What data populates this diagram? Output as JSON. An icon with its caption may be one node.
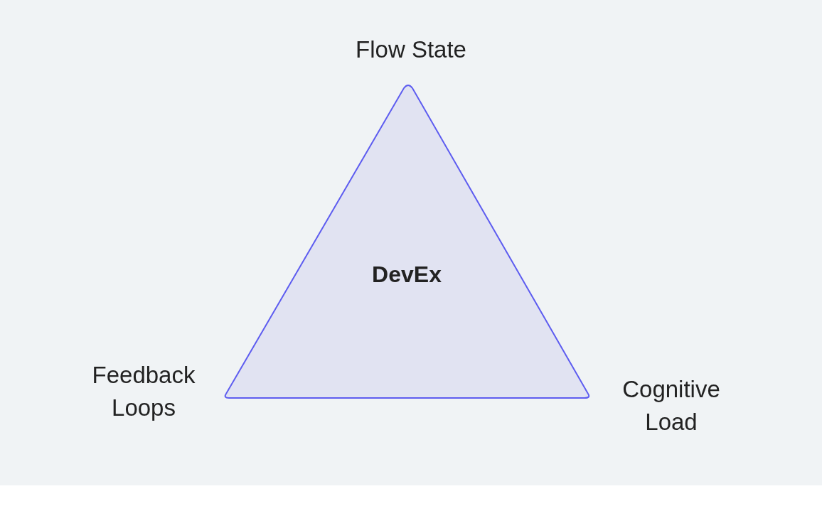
{
  "diagram": {
    "nodes": [
      {
        "text": [
          "DevEx"
        ]
      }
    ],
    "edges": [],
    "labels": [
      "Flow State",
      "Feedback Loops",
      "Cognitive Load"
    ]
  }
}
